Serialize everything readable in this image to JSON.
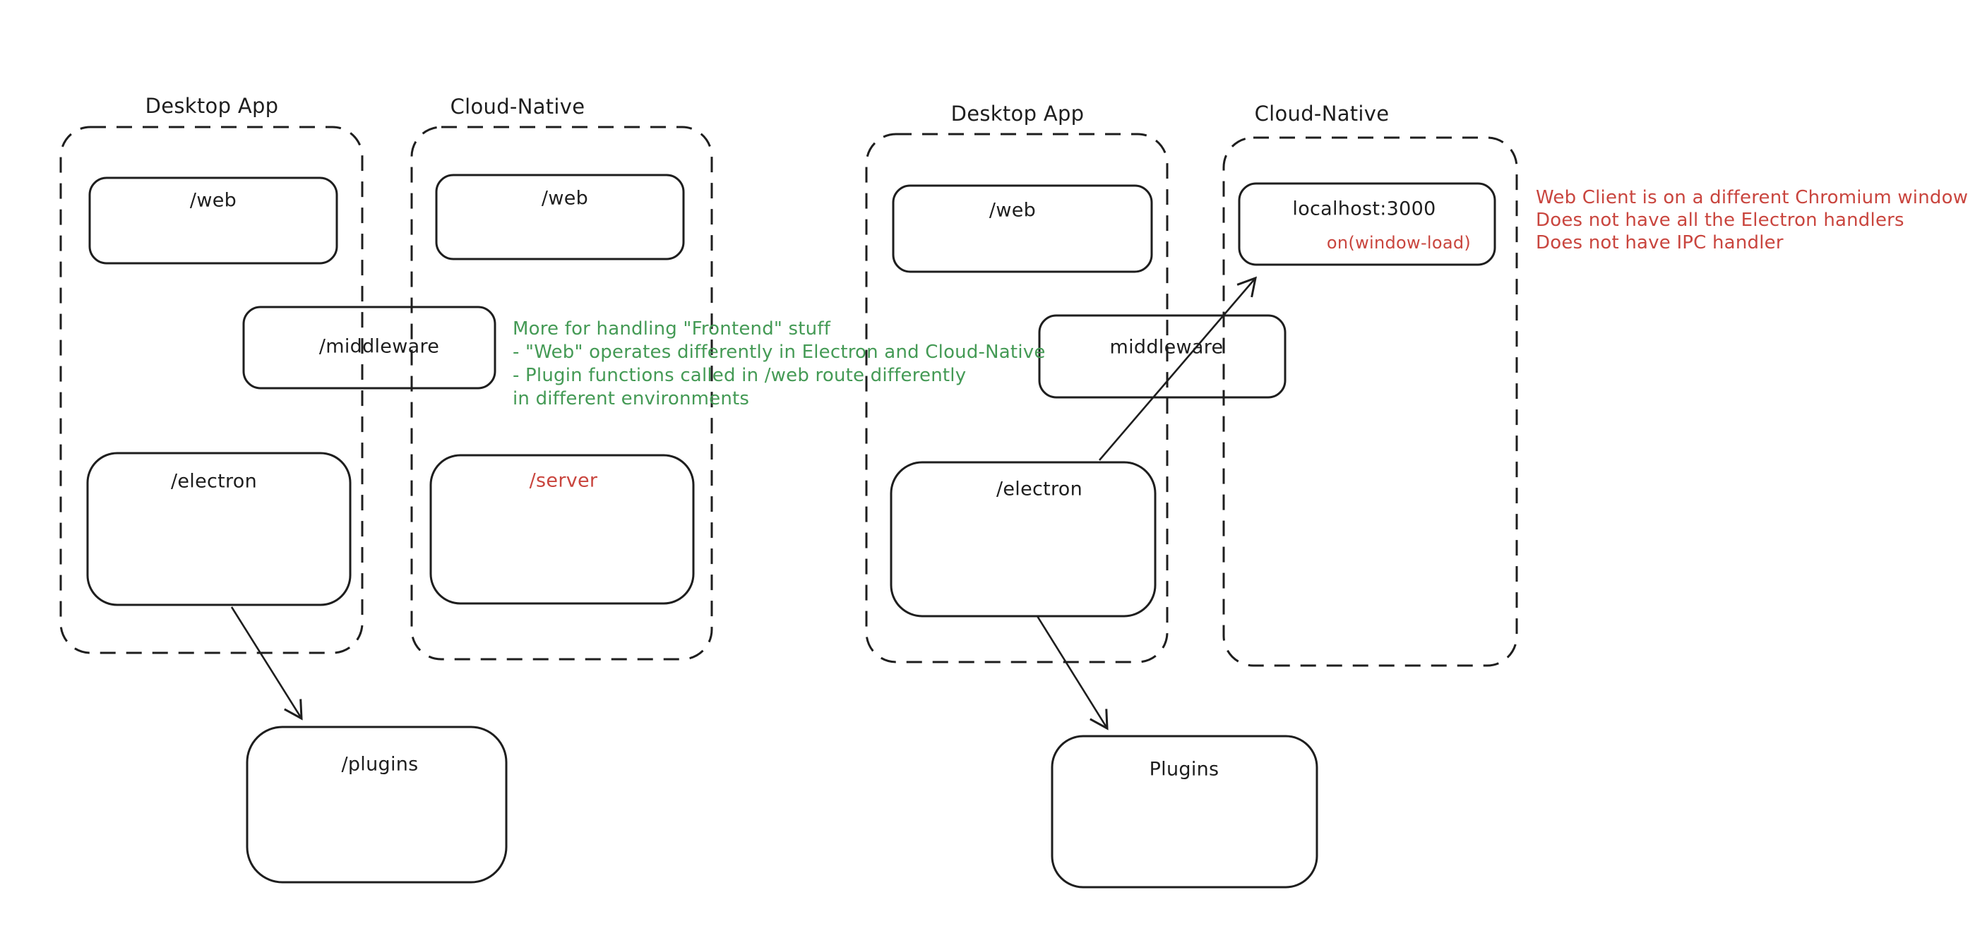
{
  "colors": {
    "ink": "#1e1e1e",
    "green": "#449a55",
    "red": "#c9453e",
    "canvas": "#ffffff"
  },
  "left": {
    "desktop_label": "Desktop App",
    "cloud_label": "Cloud-Native",
    "web_desktop_label": "/web",
    "web_cloud_label": "/web",
    "middleware_label": "/middleware",
    "electron_label": "/electron",
    "server_label": "/server",
    "plugins_label": "/plugins",
    "note": [
      "More for handling \"Frontend\" stuff",
      "- \"Web\" operates differently in Electron and Cloud-Native",
      "- Plugin functions called in /web route differently",
      "in different environments"
    ]
  },
  "right": {
    "desktop_label": "Desktop App",
    "cloud_label": "Cloud-Native",
    "web_label": "/web",
    "localhost_label": "localhost:3000",
    "window_load_label": "on(window-load)",
    "middleware_label": "middleware",
    "electron_label": "/electron",
    "plugins_label": "Plugins",
    "note": [
      "Web Client is on a different Chromium window",
      "Does not have all the Electron handlers",
      "Does not have IPC handler"
    ]
  }
}
